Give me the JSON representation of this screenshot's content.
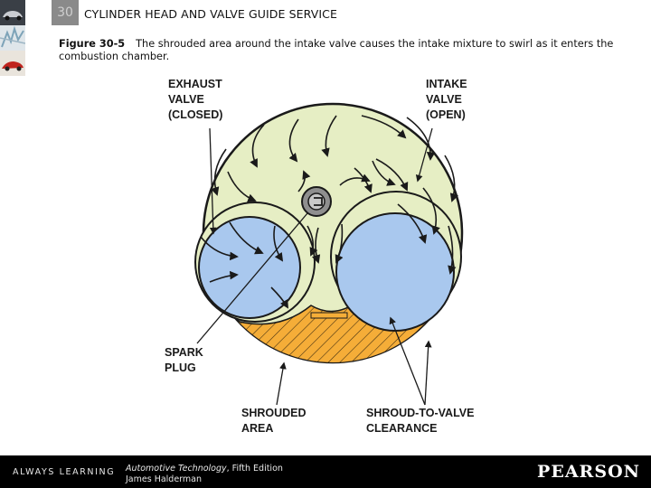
{
  "header": {
    "chapter_number": "30",
    "chapter_title": "CYLINDER HEAD AND VALVE GUIDE SERVICE"
  },
  "figure": {
    "number": "Figure 30-5",
    "caption": "The shrouded area around the intake valve causes the intake mixture to swirl as it enters the combustion chamber.",
    "labels": {
      "exhaust": [
        "EXHAUST",
        "VALVE",
        "(CLOSED)"
      ],
      "intake": [
        "INTAKE",
        "VALVE",
        "(OPEN)"
      ],
      "spark": [
        "SPARK",
        "PLUG"
      ],
      "shrouded": [
        "SHROUDED",
        "AREA"
      ],
      "clearance": [
        "SHROUD-TO-VALVE",
        "CLEARANCE"
      ]
    },
    "colors": {
      "chamber": "#e6eec4",
      "valve": "#a9c8ee",
      "shroud": "#f5ad38",
      "outline": "#1a1a1a"
    }
  },
  "footer": {
    "brand": "ALWAYS LEARNING",
    "book_title": "Automotive Technology",
    "book_edition": ", Fifth Edition",
    "author": "James Halderman",
    "publisher": "PEARSON"
  }
}
